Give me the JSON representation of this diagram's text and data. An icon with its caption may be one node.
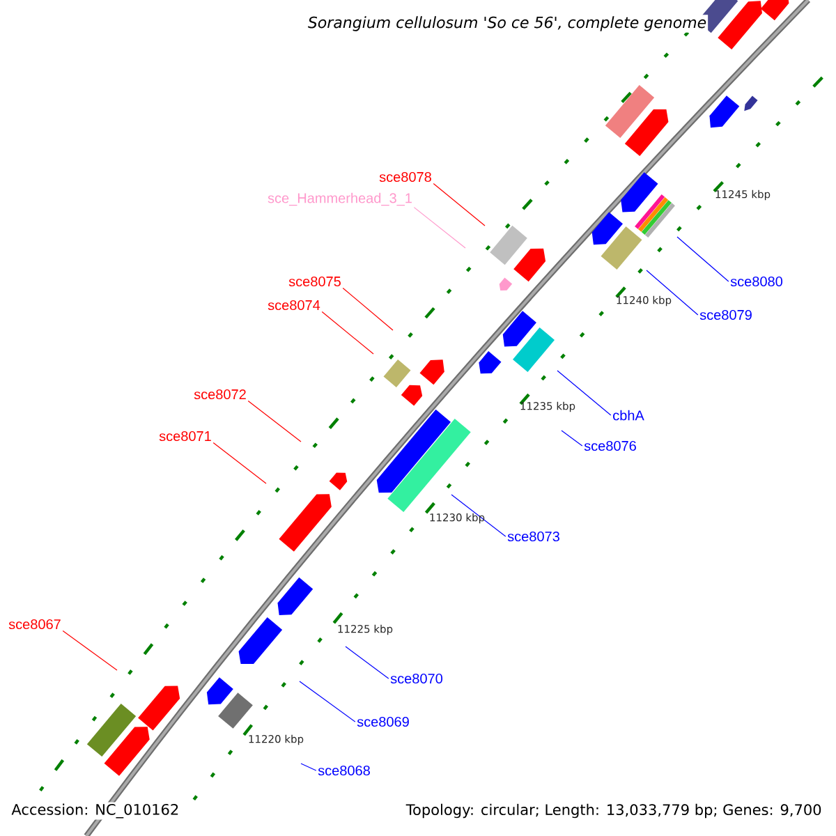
{
  "diagram": {
    "title": "Sorangium cellulosum 'So ce 56', complete genome",
    "nodes": [
      {
        "text": [
          "sce8078"
        ]
      },
      {
        "text": [
          "sce_Hammerhead_3_1"
        ]
      },
      {
        "text": [
          "sce8075"
        ]
      },
      {
        "text": [
          "sce8074"
        ]
      },
      {
        "text": [
          "sce8072"
        ]
      },
      {
        "text": [
          "sce8071"
        ]
      },
      {
        "text": [
          "sce8067"
        ]
      },
      {
        "text": [
          "sce8080"
        ]
      },
      {
        "text": [
          "sce8079"
        ]
      },
      {
        "text": [
          "cbhA"
        ]
      },
      {
        "text": [
          "sce8076"
        ]
      },
      {
        "text": [
          "sce8073"
        ]
      },
      {
        "text": [
          "sce8070"
        ]
      },
      {
        "text": [
          "sce8069"
        ]
      },
      {
        "text": [
          "sce8068"
        ]
      }
    ],
    "edges": [
      {
        "from": 0,
        "to": null,
        "arrow": "none",
        "color": "#ff0000"
      },
      {
        "from": 1,
        "to": null,
        "arrow": "none",
        "color": "#ff99cc"
      },
      {
        "from": 2,
        "to": null,
        "arrow": "none",
        "color": "#ff0000"
      },
      {
        "from": 3,
        "to": null,
        "arrow": "none",
        "color": "#ff0000"
      },
      {
        "from": 4,
        "to": null,
        "arrow": "none",
        "color": "#ff0000"
      },
      {
        "from": 5,
        "to": null,
        "arrow": "none",
        "color": "#ff0000"
      },
      {
        "from": 6,
        "to": null,
        "arrow": "none",
        "color": "#ff0000"
      },
      {
        "from": 7,
        "to": null,
        "arrow": "none",
        "color": "#0000ff"
      },
      {
        "from": 8,
        "to": null,
        "arrow": "none",
        "color": "#0000ff"
      },
      {
        "from": 9,
        "to": null,
        "arrow": "none",
        "color": "#0000ff"
      },
      {
        "from": 10,
        "to": null,
        "arrow": "none",
        "color": "#0000ff"
      },
      {
        "from": 11,
        "to": null,
        "arrow": "none",
        "color": "#0000ff"
      },
      {
        "from": 12,
        "to": null,
        "arrow": "none",
        "color": "#0000ff"
      },
      {
        "from": 13,
        "to": null,
        "arrow": "none",
        "color": "#0000ff"
      },
      {
        "from": 14,
        "to": null,
        "arrow": "none",
        "color": "#0000ff"
      }
    ],
    "labels": [
      "11245 kbp",
      "11240 kbp",
      "11235 kbp",
      "11230 kbp",
      "11225 kbp",
      "11220 kbp",
      "Accession: NC_010162",
      "Topology: circular; Length: 13,033,779 bp; Genes: 9,700"
    ]
  }
}
